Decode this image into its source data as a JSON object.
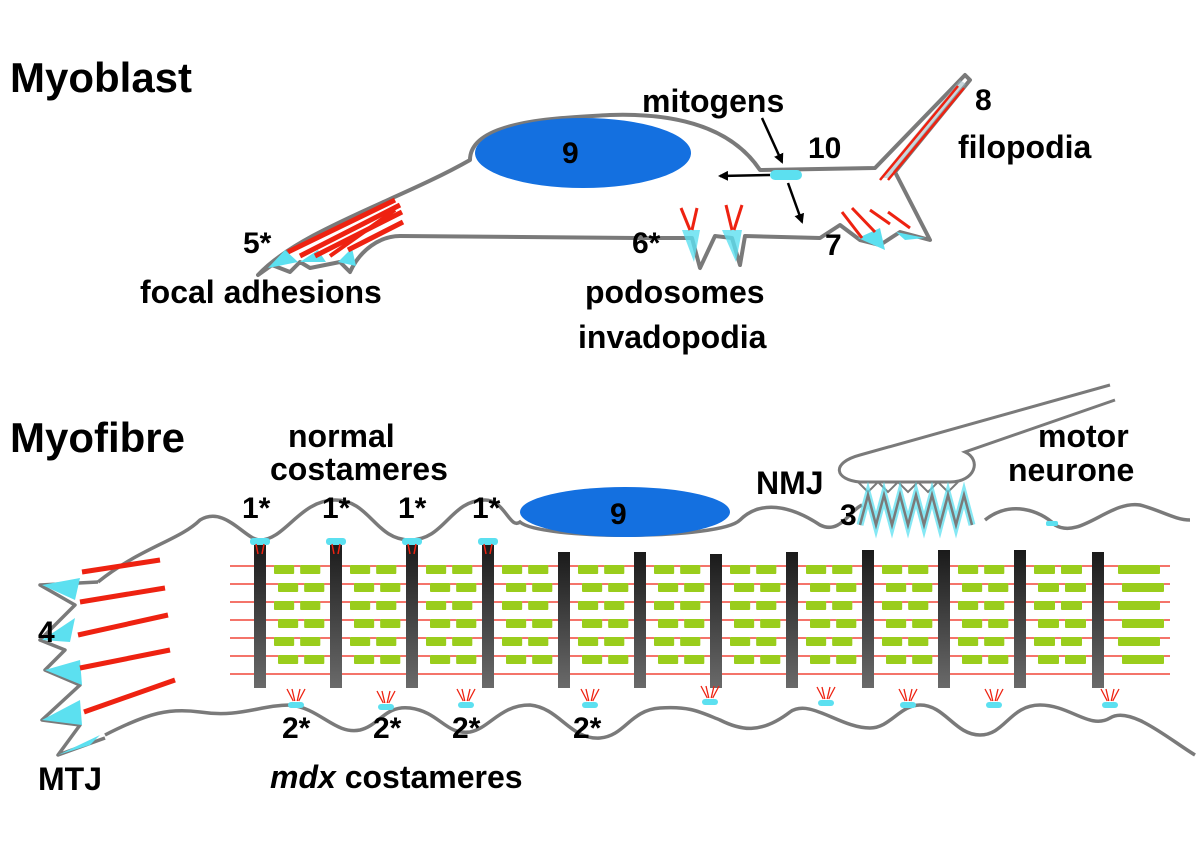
{
  "myoblast": {
    "title": "Myoblast",
    "labels": {
      "mitogens": "mitogens",
      "nucleus_number": "9",
      "n10": "10",
      "n8": "8",
      "filopodia": "filopodia",
      "n5": "5*",
      "focal_adhesions": "focal adhesions",
      "n6": "6*",
      "n7": "7",
      "podosomes": "podosomes",
      "invadopodia": "invadopodia"
    }
  },
  "myofibre": {
    "title": "Myofibre",
    "labels": {
      "normal_line1": "normal",
      "normal_line2": "costameres",
      "normal_markers": [
        "1*",
        "1*",
        "1*",
        "1*"
      ],
      "nucleus_number": "9",
      "nmj": "NMJ",
      "n3": "3",
      "motor_line1": "motor",
      "motor_line2": "neurone",
      "n4": "4",
      "mtj": "MTJ",
      "mdx_markers": [
        "2*",
        "2*",
        "2*",
        "2*"
      ],
      "mdx_word": "mdx",
      "mdx_rest": " costameres"
    }
  },
  "colors": {
    "outline": "#7a7a7a",
    "nucleus": "#1470e0",
    "adhesion_red": "#ee2211",
    "cyan": "#5ce0f0",
    "myofibril_green": "#9acd1c",
    "zdisc": "#303030"
  }
}
